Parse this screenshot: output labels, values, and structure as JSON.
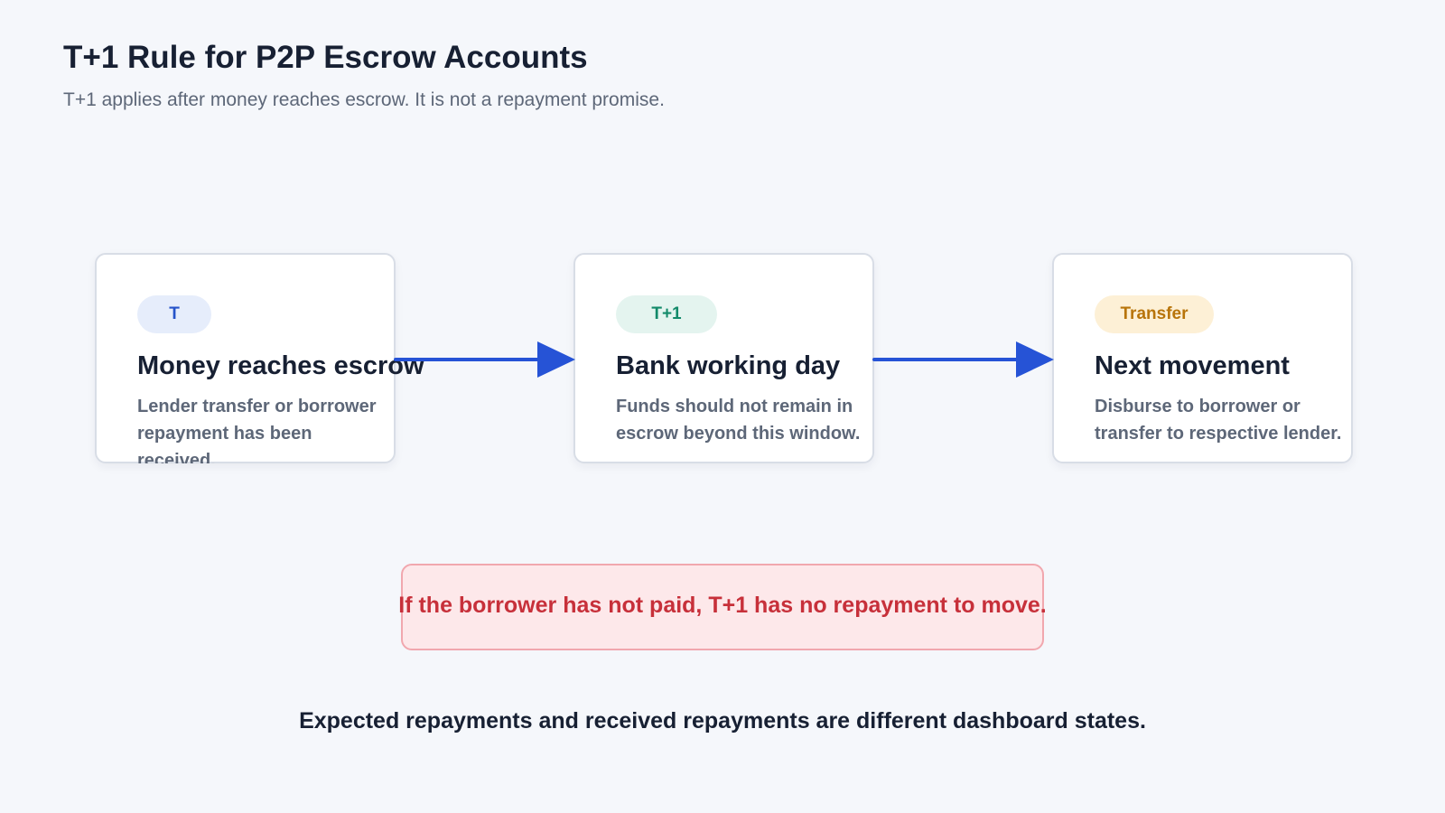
{
  "header": {
    "title": "T+1 Rule for P2P Escrow Accounts",
    "subtitle": "T+1 applies after money reaches escrow. It is not a repayment promise."
  },
  "steps": [
    {
      "badge": "T",
      "badge_color": "#2553c9",
      "badge_bg": "#e6edfb",
      "title": "Money reaches escrow",
      "description": "Lender transfer or borrower repayment has been received."
    },
    {
      "badge": "T+1",
      "badge_color": "#138a6a",
      "badge_bg": "#e4f4ef",
      "title": "Bank working day",
      "description": "Funds should not remain in escrow beyond this window."
    },
    {
      "badge": "Transfer",
      "badge_color": "#b8740a",
      "badge_bg": "#fdf0d6",
      "title": "Next movement",
      "description": "Disburse to borrower or transfer to respective lender."
    }
  ],
  "warning": {
    "text": "If the borrower has not paid, T+1 has no repayment to move."
  },
  "footnote": {
    "text": "Expected repayments and received repayments are different dashboard states."
  },
  "colors": {
    "arrow": "#2653d6",
    "warning_text": "#c7303a",
    "warning_bg": "#fde8ea"
  }
}
